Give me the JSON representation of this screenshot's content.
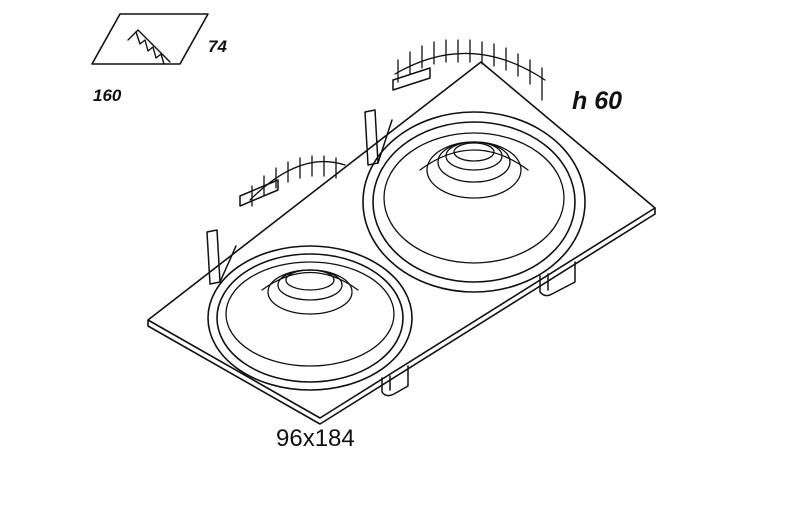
{
  "cutout": {
    "width": "160",
    "height": "74"
  },
  "fixture": {
    "height": "h 60",
    "size": "96x184"
  },
  "icons": [
    "cutout-outline-icon",
    "saw-blade-icon"
  ],
  "colors": {
    "line": "#111111",
    "background": "#ffffff"
  }
}
